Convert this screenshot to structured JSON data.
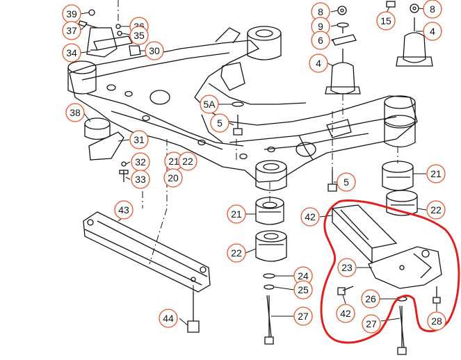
{
  "colors": {
    "line": "#111111",
    "callout_ring": "#e8542a",
    "highlight": "#e0201a",
    "background": "#ffffff"
  },
  "callouts": {
    "c39": "39",
    "c37": "37",
    "c34": "34",
    "c36": "36",
    "c35": "35",
    "c30": "30",
    "c38": "38",
    "c31": "31",
    "c32": "32",
    "c33": "33",
    "c20": "20",
    "c21a": "21",
    "c22a": "22",
    "c5a": "5A",
    "c5b": "5",
    "c5c": "5",
    "c8a": "8",
    "c9": "9",
    "c6": "6",
    "c4a": "4",
    "c15": "15",
    "c8b": "8",
    "c4b": "4",
    "c21b": "21",
    "c22b": "22",
    "c21c": "21",
    "c22c": "22",
    "c43": "43",
    "c44": "44",
    "c42a": "42",
    "c23": "23",
    "c26": "26",
    "c42b": "42",
    "c24": "24",
    "c25": "25",
    "c27a": "27",
    "c27b": "27",
    "c28": "28"
  }
}
